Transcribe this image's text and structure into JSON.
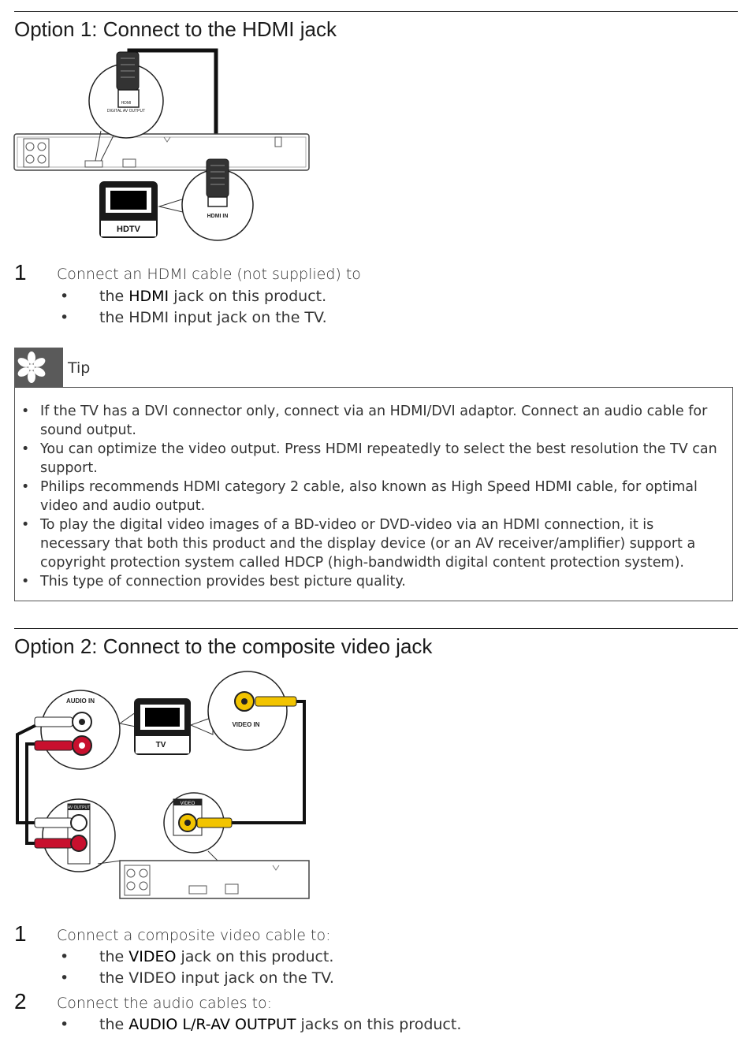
{
  "option1": {
    "heading": "Option 1: Connect to the HDMI jack",
    "diagram": {
      "player_label": "DIGITAL AV OUTPUT",
      "hdmi_port_label": "HDMI",
      "tv_label": "HDTV",
      "tv_jack_label": "HDMI IN"
    },
    "step1": {
      "number": "1",
      "text": "Connect an HDMI cable (not supplied) to",
      "bullets": [
        {
          "pre": "the ",
          "key": "HDMI",
          "post": " jack on this product."
        },
        {
          "pre": "the HDMI input jack on the TV.",
          "key": "",
          "post": ""
        }
      ]
    }
  },
  "tip": {
    "label": "Tip",
    "items": [
      "If the TV has a DVI connector only, connect via an HDMI/DVI adaptor. Connect an audio cable for sound output.",
      "You can optimize the video output. Press HDMI repeatedly to select the best resolution the TV can support.",
      "Philips recommends HDMI category 2 cable, also known as High Speed HDMI cable, for optimal video and audio output.",
      "To play the digital video images of a BD-video or DVD-video via an HDMI connection, it is necessary that both this product and the display device (or an AV receiver/amplifier) support a copyright protection system called HDCP (high-bandwidth digital content protection system).",
      "This type of connection provides best picture quality."
    ]
  },
  "option2": {
    "heading": "Option 2: Connect to the composite video jack",
    "diagram": {
      "audio_in_label": "AUDIO IN",
      "tv_label": "TV",
      "video_in_label": "VIDEO IN",
      "av_output_label": "AV OUTPUT",
      "video_label": "VIDEO"
    },
    "step1": {
      "number": "1",
      "text": "Connect a composite video cable to:",
      "bullets": [
        {
          "pre": "the ",
          "key": "VIDEO",
          "post": " jack on this product."
        },
        {
          "pre": "the VIDEO input jack on the TV.",
          "key": "",
          "post": ""
        }
      ]
    },
    "step2": {
      "number": "2",
      "text": "Connect the audio cables to:",
      "bullets": [
        {
          "pre": "the ",
          "key": "AUDIO L/R-AV OUTPUT",
          "post": " jacks on this product."
        }
      ]
    }
  }
}
